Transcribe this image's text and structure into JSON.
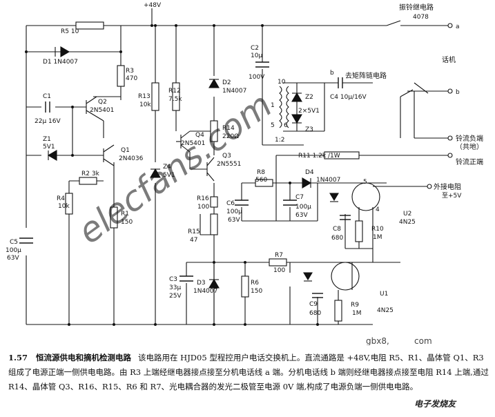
{
  "diagram": {
    "supply": "+48V",
    "ring_relay": "振铃继电路",
    "ring_relay_ic": "4078",
    "terminal_a": "a",
    "terminal_b": "b",
    "handset": "话机",
    "ring_neg": "铃流负端",
    "ring_neg_sub": "（共地）",
    "ring_pos": "铃流正端",
    "ext_power": "外接电阻",
    "ext_power_sub": "至+5V",
    "matrix": "去矩阵链电路",
    "components": {
      "R5": "R5  10",
      "D1": "D1  1N4007",
      "R3": "R3",
      "R3v": "470",
      "C1": "C1",
      "C1v": "22μ 16V",
      "Q2": "Q2",
      "Q2v": "2N5401",
      "Z1": "Z1",
      "Z1v": "5V1",
      "Q1": "Q1",
      "Q1v": "2N4036",
      "R2": "R2  3k",
      "R4": "R4",
      "R4v": "10k",
      "R1": "R1",
      "R1v": "150",
      "C5": "C5",
      "C5v1": "100μ",
      "C5v2": "63V",
      "R13": "R13",
      "R13v": "10k",
      "R12": "R12",
      "R12v": "7.5k",
      "Z4": "Z4",
      "Z4v": "5V1",
      "Q4": "Q4",
      "Q4v": "2N5401",
      "D2": "D2",
      "D2v": "1N4007",
      "R14": "R14",
      "R14v": "220Ω",
      "Q3": "Q3",
      "Q3v": "2N5551",
      "R16": "R16",
      "R16v": "100",
      "R15": "R15",
      "R15v": "47",
      "C3": "C3",
      "C3v1": "33μ",
      "C3v2": "25V",
      "D3": "D3",
      "D3v": "1N4007",
      "R6": "R6",
      "R6v": "150",
      "C2": "C2",
      "C2v1": "10μ",
      "C2v2": "100V",
      "T10": "10",
      "T1": "1",
      "T5": "5",
      "T6": "6",
      "T12": "1:2",
      "Z2": "Z2",
      "Z2v": "2×5V1",
      "Z3": "Z3",
      "C4": "C4  10μ/16V",
      "Cb": "b",
      "R11": "R11  1.2k /1W",
      "R8": "R8",
      "R8v": "560",
      "D4": "D4",
      "D4v": "1N4007",
      "C6": "C6",
      "C6v1": "100μ",
      "C6v2": "63V",
      "C7": "C7",
      "C7v1": "100μ",
      "C7v2": "63V",
      "C8": "C8",
      "C8v": "680",
      "R10": "R10",
      "R10v": "1M",
      "U2": "U2",
      "U2v": "4N25",
      "pin5": "5",
      "pin4": "4",
      "R7": "R7",
      "R7v": "100",
      "C9": "C9",
      "C9v": "680",
      "R9": "R9",
      "R9v": "1M",
      "U1": "U1",
      "U1v": "4N25"
    },
    "watermark": "elecfans.com",
    "watermark2": "gbx8,",
    "watermark3": "com"
  },
  "caption": {
    "number": "1.57",
    "title": "恒流源供电和摘机检测电路",
    "body": "该电路用在 HJD05 型程控用户电话交换机上。直流通路是 +48V,电阻 R5、R1、晶体管 Q1、R3 组成了电源正端一侧供电电路。由 R3 上端经继电器接点接至分机电话线 a 端。分机电话线 b 端则经继电器接点接至电阻 R14 上端,通过 R14、晶体管 Q3、R16、R15、R6 和 R7、光电耦合器的发光二极管至电源 0V 端,构成了电源负端一侧供电电路。"
  },
  "logo": "电子发烧友"
}
